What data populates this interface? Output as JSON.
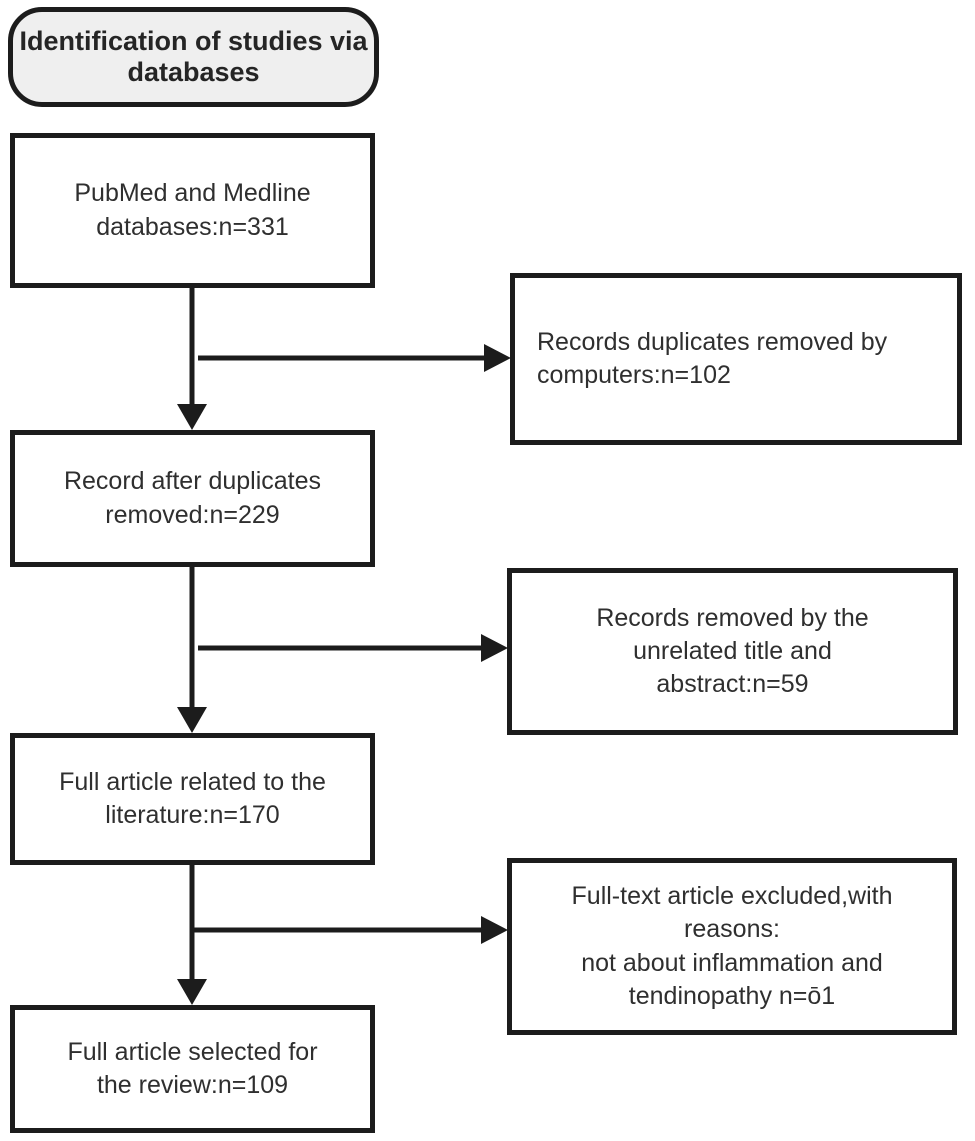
{
  "diagram": {
    "title": "Identification of studies\nvia databases",
    "left_column": [
      {
        "id": "databases",
        "text": "PubMed and Medline\ndatabases:n=331"
      },
      {
        "id": "after-duplicates",
        "text": "Record after duplicates\nremoved:n=229"
      },
      {
        "id": "full-article-related",
        "text": "Full article related to the\nliterature:n=170"
      },
      {
        "id": "full-article-selected",
        "text": "Full article selected for\nthe review:n=109"
      }
    ],
    "right_column": [
      {
        "id": "duplicates-removed",
        "text": "Records duplicates removed by\ncomputers:n=102"
      },
      {
        "id": "unrelated-removed",
        "text": "Records removed by the\nunrelated title and\nabstract:n=59"
      },
      {
        "id": "fulltext-excluded",
        "text": "Full-text article excluded,with\nreasons:\nnot about inflammation and\ntendinopathy n=ō1"
      }
    ],
    "colors": {
      "box_border": "#1c1c1c",
      "text": "#2f2f2f",
      "title_fill": "#efefef",
      "background": "#ffffff"
    }
  }
}
